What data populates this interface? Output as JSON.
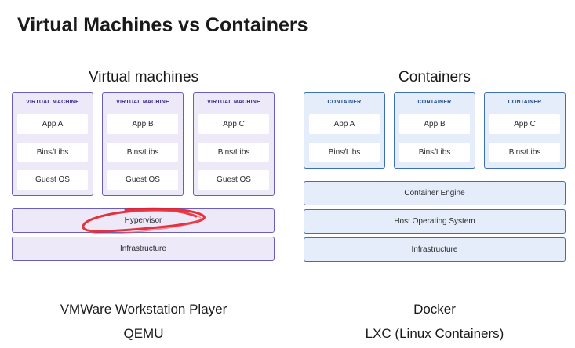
{
  "title": "Virtual Machines vs Containers",
  "vm": {
    "heading": "Virtual machines",
    "cards": [
      {
        "label": "VIRTUAL MACHINE",
        "rows": [
          "App A",
          "Bins/Libs",
          "Guest OS"
        ]
      },
      {
        "label": "VIRTUAL MACHINE",
        "rows": [
          "App B",
          "Bins/Libs",
          "Guest OS"
        ]
      },
      {
        "label": "VIRTUAL MACHINE",
        "rows": [
          "App C",
          "Bins/Libs",
          "Guest OS"
        ]
      }
    ],
    "hypervisor": "Hypervisor",
    "infrastructure": "Infrastructure",
    "examples": [
      "VMWare Workstation Player",
      "QEMU"
    ]
  },
  "containers": {
    "heading": "Containers",
    "cards": [
      {
        "label": "CONTAINER",
        "rows": [
          "App A",
          "Bins/Libs"
        ]
      },
      {
        "label": "CONTAINER",
        "rows": [
          "App B",
          "Bins/Libs"
        ]
      },
      {
        "label": "CONTAINER",
        "rows": [
          "App C",
          "Bins/Libs"
        ]
      }
    ],
    "engine": "Container Engine",
    "host_os": "Host Operating System",
    "infrastructure": "Infrastructure",
    "examples": [
      "Docker",
      "LXC (Linux Containers)"
    ]
  },
  "colors": {
    "vm_fill": "#ede9f9",
    "vm_border": "#6a5fb8",
    "container_fill": "#e4edf9",
    "container_border": "#3e6fb0",
    "annotation": "#e0202a"
  },
  "annotation": "red-circle-around-hypervisor"
}
